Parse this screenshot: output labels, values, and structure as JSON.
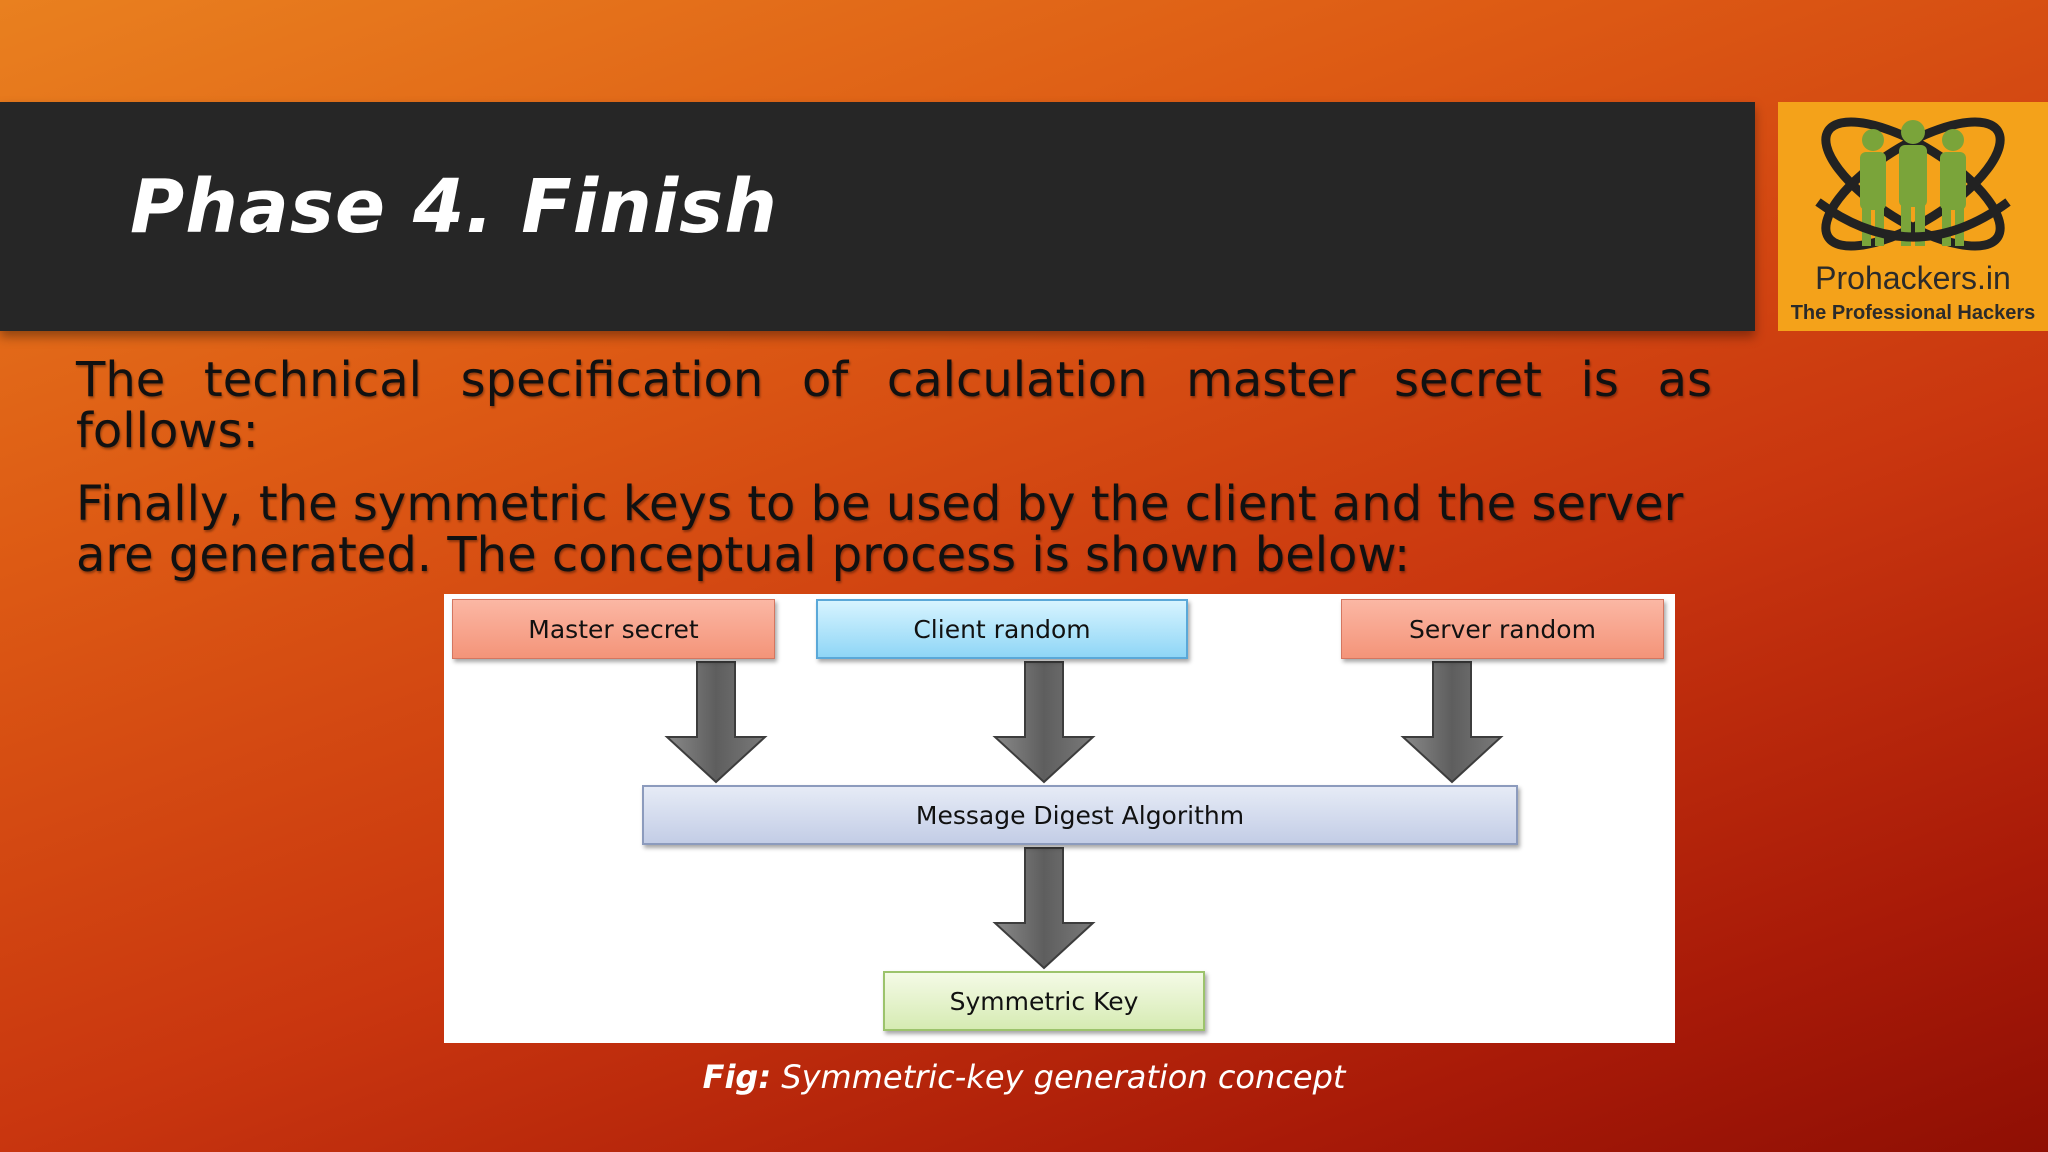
{
  "slide": {
    "title": "Phase 4. Finish",
    "paragraph1": "The technical specification of calculation master secret is as follows:",
    "paragraph2": "Finally, the symmetric keys to be used by the client and the server are generated. The conceptual process is shown below:"
  },
  "logo": {
    "name": "Prohackers.in",
    "tagline": "The Professional Hackers",
    "icon": "three-people-orbit-icon"
  },
  "diagram": {
    "boxes": {
      "master_secret": "Master secret",
      "client_random": "Client random",
      "server_random": "Server random",
      "message_digest": "Message Digest Algorithm",
      "symmetric_key": "Symmetric Key"
    },
    "caption_prefix": "Fig:",
    "caption_text": " Symmetric-key generation concept"
  },
  "colors": {
    "title_bar": "#262626",
    "background_start": "#e9801f",
    "background_end": "#8f0f04",
    "logo_bg": "#f4a21a"
  }
}
